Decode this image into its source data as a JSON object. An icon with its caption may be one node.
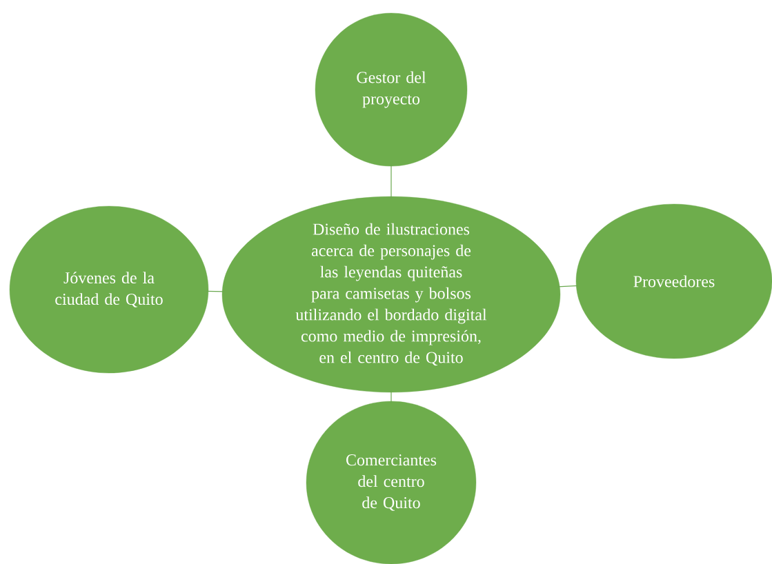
{
  "diagram": {
    "nodes": [
      {
        "text": [
          "Gestor del proyecto"
        ]
      },
      {
        "text": [
          "Diseño de ilustraciones acerca de personajes de las leyendas quiteñas para camisetas y bolsos utilizando el bordado digital como medio de impresión, en el centro de Quito"
        ]
      },
      {
        "text": [
          "Jóvenes de la ciudad de Quito"
        ]
      },
      {
        "text": [
          "Proveedores"
        ]
      },
      {
        "text": [
          "Comerciantes del centro de Quito"
        ]
      }
    ],
    "edges": [
      {
        "from": 1,
        "to": 0,
        "arrow": "none"
      },
      {
        "from": 1,
        "to": 2,
        "arrow": "none"
      },
      {
        "from": 1,
        "to": 3,
        "arrow": "none"
      },
      {
        "from": 1,
        "to": 4,
        "arrow": "none"
      }
    ]
  }
}
